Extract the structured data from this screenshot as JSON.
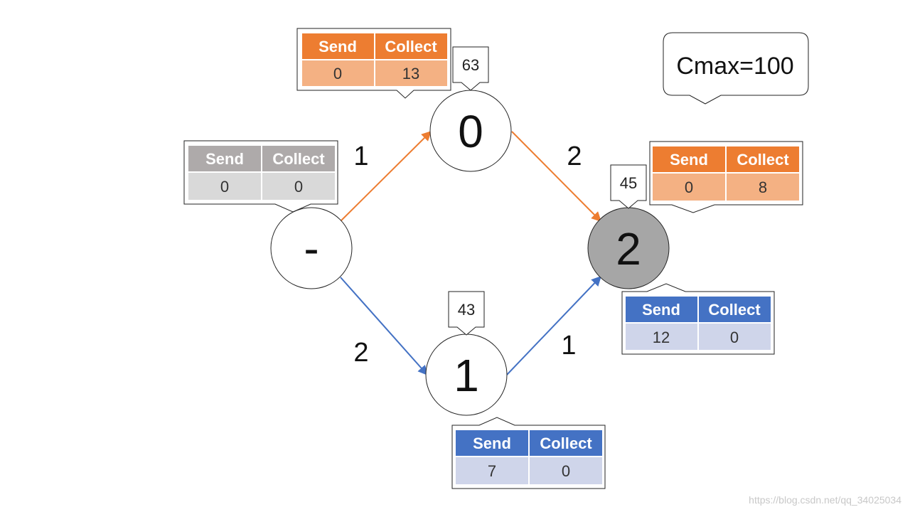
{
  "cmax": "Cmax=100",
  "watermark": "https://blog.csdn.net/qq_34025034",
  "colors": {
    "orange_head": "#ED7D31",
    "orange_row": "#F4B183",
    "gray_head": "#AEAAAA",
    "gray_row": "#D9D9D9",
    "blue_head": "#4472C4",
    "blue_row": "#CFD5EA",
    "orange_edge": "#ED7D31",
    "blue_edge": "#4472C4",
    "node2_fill": "#A6A6A6"
  },
  "nodes": {
    "source": {
      "label": "-"
    },
    "n0": {
      "label": "0",
      "capacity": "63"
    },
    "n1": {
      "label": "1",
      "capacity": "43"
    },
    "n2": {
      "label": "2",
      "capacity": "45"
    }
  },
  "edges": {
    "source_n0": {
      "weight": "1"
    },
    "n0_n2": {
      "weight": "2"
    },
    "source_n1": {
      "weight": "2"
    },
    "n1_n2": {
      "weight": "1"
    }
  },
  "tables": {
    "source": {
      "send_header": "Send",
      "collect_header": "Collect",
      "send": "0",
      "collect": "0"
    },
    "n0": {
      "send_header": "Send",
      "collect_header": "Collect",
      "send": "0",
      "collect": "13"
    },
    "n2_top": {
      "send_header": "Send",
      "collect_header": "Collect",
      "send": "0",
      "collect": "8"
    },
    "n2_bottom": {
      "send_header": "Send",
      "collect_header": "Collect",
      "send": "12",
      "collect": "0"
    },
    "n1": {
      "send_header": "Send",
      "collect_header": "Collect",
      "send": "7",
      "collect": "0"
    }
  }
}
